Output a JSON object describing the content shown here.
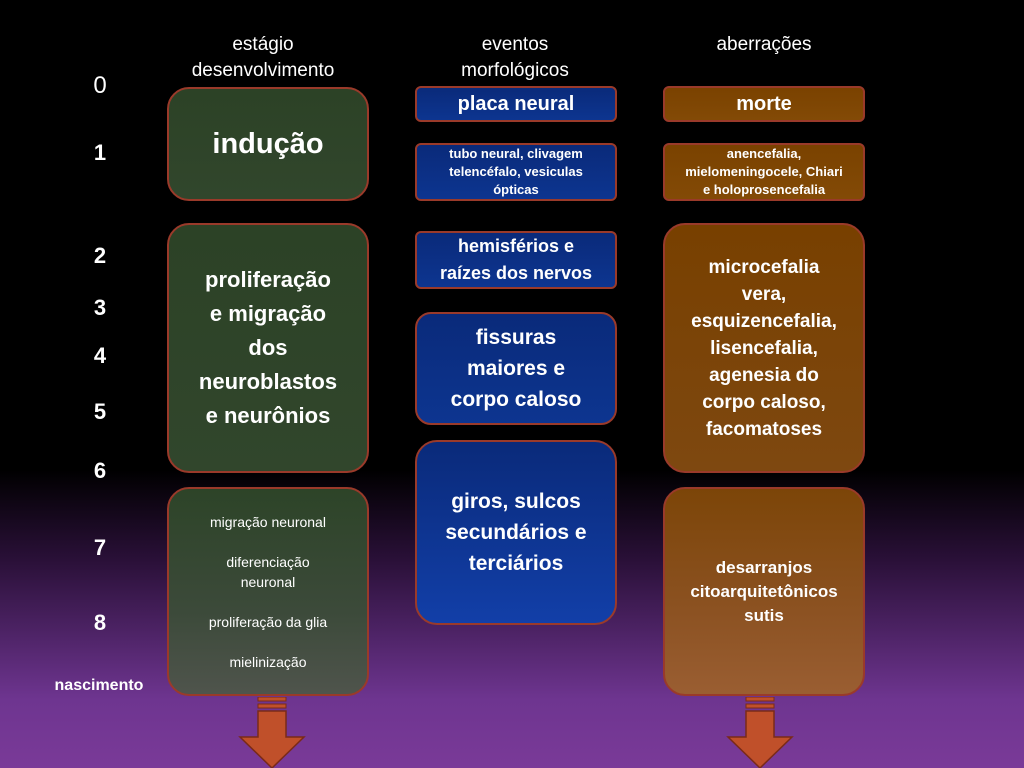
{
  "headers": {
    "stage": "estágio\ndesenvolvimento",
    "events": "eventos\nmorfológicos",
    "aberrations": "aberrações"
  },
  "months": [
    "0",
    "1",
    "2",
    "3",
    "4",
    "5",
    "6",
    "7",
    "8"
  ],
  "birth_label": "nascimento",
  "stage_boxes": {
    "inducao": "indução",
    "proliferacao": "proliferação\ne migração\ndos\nneuroblastos\ne neurônios",
    "late": [
      "migração neuronal",
      "diferenciação\nneuronal",
      "proliferação da glia",
      "mielinização"
    ]
  },
  "event_boxes": {
    "placa": "placa neural",
    "tubo": "tubo neural, clivagem\ntelencéfalo, vesiculas\nópticas",
    "hemisferios": "hemisférios e\nraízes dos nervos",
    "fissuras": "fissuras\nmaiores e\ncorpo caloso",
    "giros": "giros, sulcos\nsecundários e\nterciários"
  },
  "aberration_boxes": {
    "morte": "morte",
    "anencefalia": "anencefalia,\nmielomeningocele, Chiari\ne holoprosencefalia",
    "microcefalia": "microcefalia\nvera,\nesquizencefalia,\nlisencefalia,\nagenesia do\ncorpo caloso,\nfacomatoses",
    "desarranjos": "desarranjos\ncitoarquitetônicos\nsutis"
  },
  "colors": {
    "green_box": "#2c4226",
    "blue_box": "#0a2a7a",
    "orange_box": "#7a4200",
    "border": "#9a3a2a",
    "arrow": "#c0502a"
  }
}
